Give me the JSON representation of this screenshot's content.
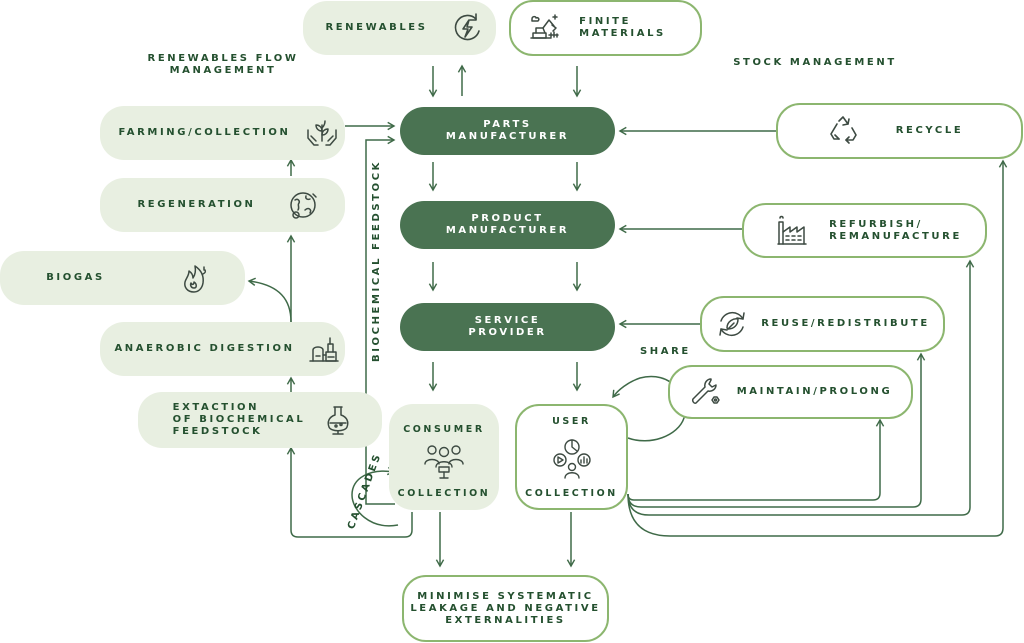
{
  "colors": {
    "dark_green": "#4a7352",
    "light_fill": "#e8efe1",
    "outline_green": "#8cb66f",
    "arrow": "#3f6a48",
    "text": "#24502f"
  },
  "labels": {
    "renewables_flow": "RENEWABLES FLOW\nMANAGEMENT",
    "stock_management": "STOCK MANAGEMENT",
    "biochemical_feedstock": "BIOCHEMICAL FEEDSTOCK",
    "share": "SHARE",
    "cascades": "CASCADES"
  },
  "nodes": {
    "renewables": {
      "label": "RENEWABLES",
      "icon": "renewable-energy-icon"
    },
    "finite_materials": {
      "label": "FINITE\nMATERIALS",
      "icon": "mining-excavator-icon"
    },
    "parts_manufacturer": {
      "label": "PARTS\nMANUFACTURER"
    },
    "product_manufacturer": {
      "label": "PRODUCT\nMANUFACTURER"
    },
    "service_provider": {
      "label": "SERVICE\nPROVIDER"
    },
    "farming_collection": {
      "label": "FARMING/COLLECTION",
      "icon": "plant-hands-icon"
    },
    "regeneration": {
      "label": "REGENERATION",
      "icon": "earth-regeneration-icon"
    },
    "biogas": {
      "label": "BIOGAS",
      "icon": "flame-icon"
    },
    "anaerobic_digestion": {
      "label": "ANAEROBIC DIGESTION",
      "icon": "digester-plant-icon"
    },
    "extraction": {
      "label": "EXTACTION\nOF BIOCHEMICAL\nFEEDSTOCK",
      "icon": "flask-icon"
    },
    "consumer": {
      "top": "CONSUMER",
      "bottom": "COLLECTION",
      "icon": "consumer-group-icon"
    },
    "user": {
      "top": "USER",
      "bottom": "COLLECTION",
      "icon": "user-devices-icon"
    },
    "recycle": {
      "label": "RECYCLE",
      "icon": "recycle-icon"
    },
    "refurbish": {
      "label": "REFURBISH/\nREMANUFACTURE",
      "icon": "factory-icon"
    },
    "reuse": {
      "label": "REUSE/REDISTRIBUTE",
      "icon": "redistribute-cycle-icon"
    },
    "maintain": {
      "label": "MAINTAIN/PROLONG",
      "icon": "wrench-icon"
    },
    "minimise": {
      "label": "MINIMISE SYSTEMATIC\nLEAKAGE AND NEGATIVE\nEXTERNALITIES"
    }
  }
}
